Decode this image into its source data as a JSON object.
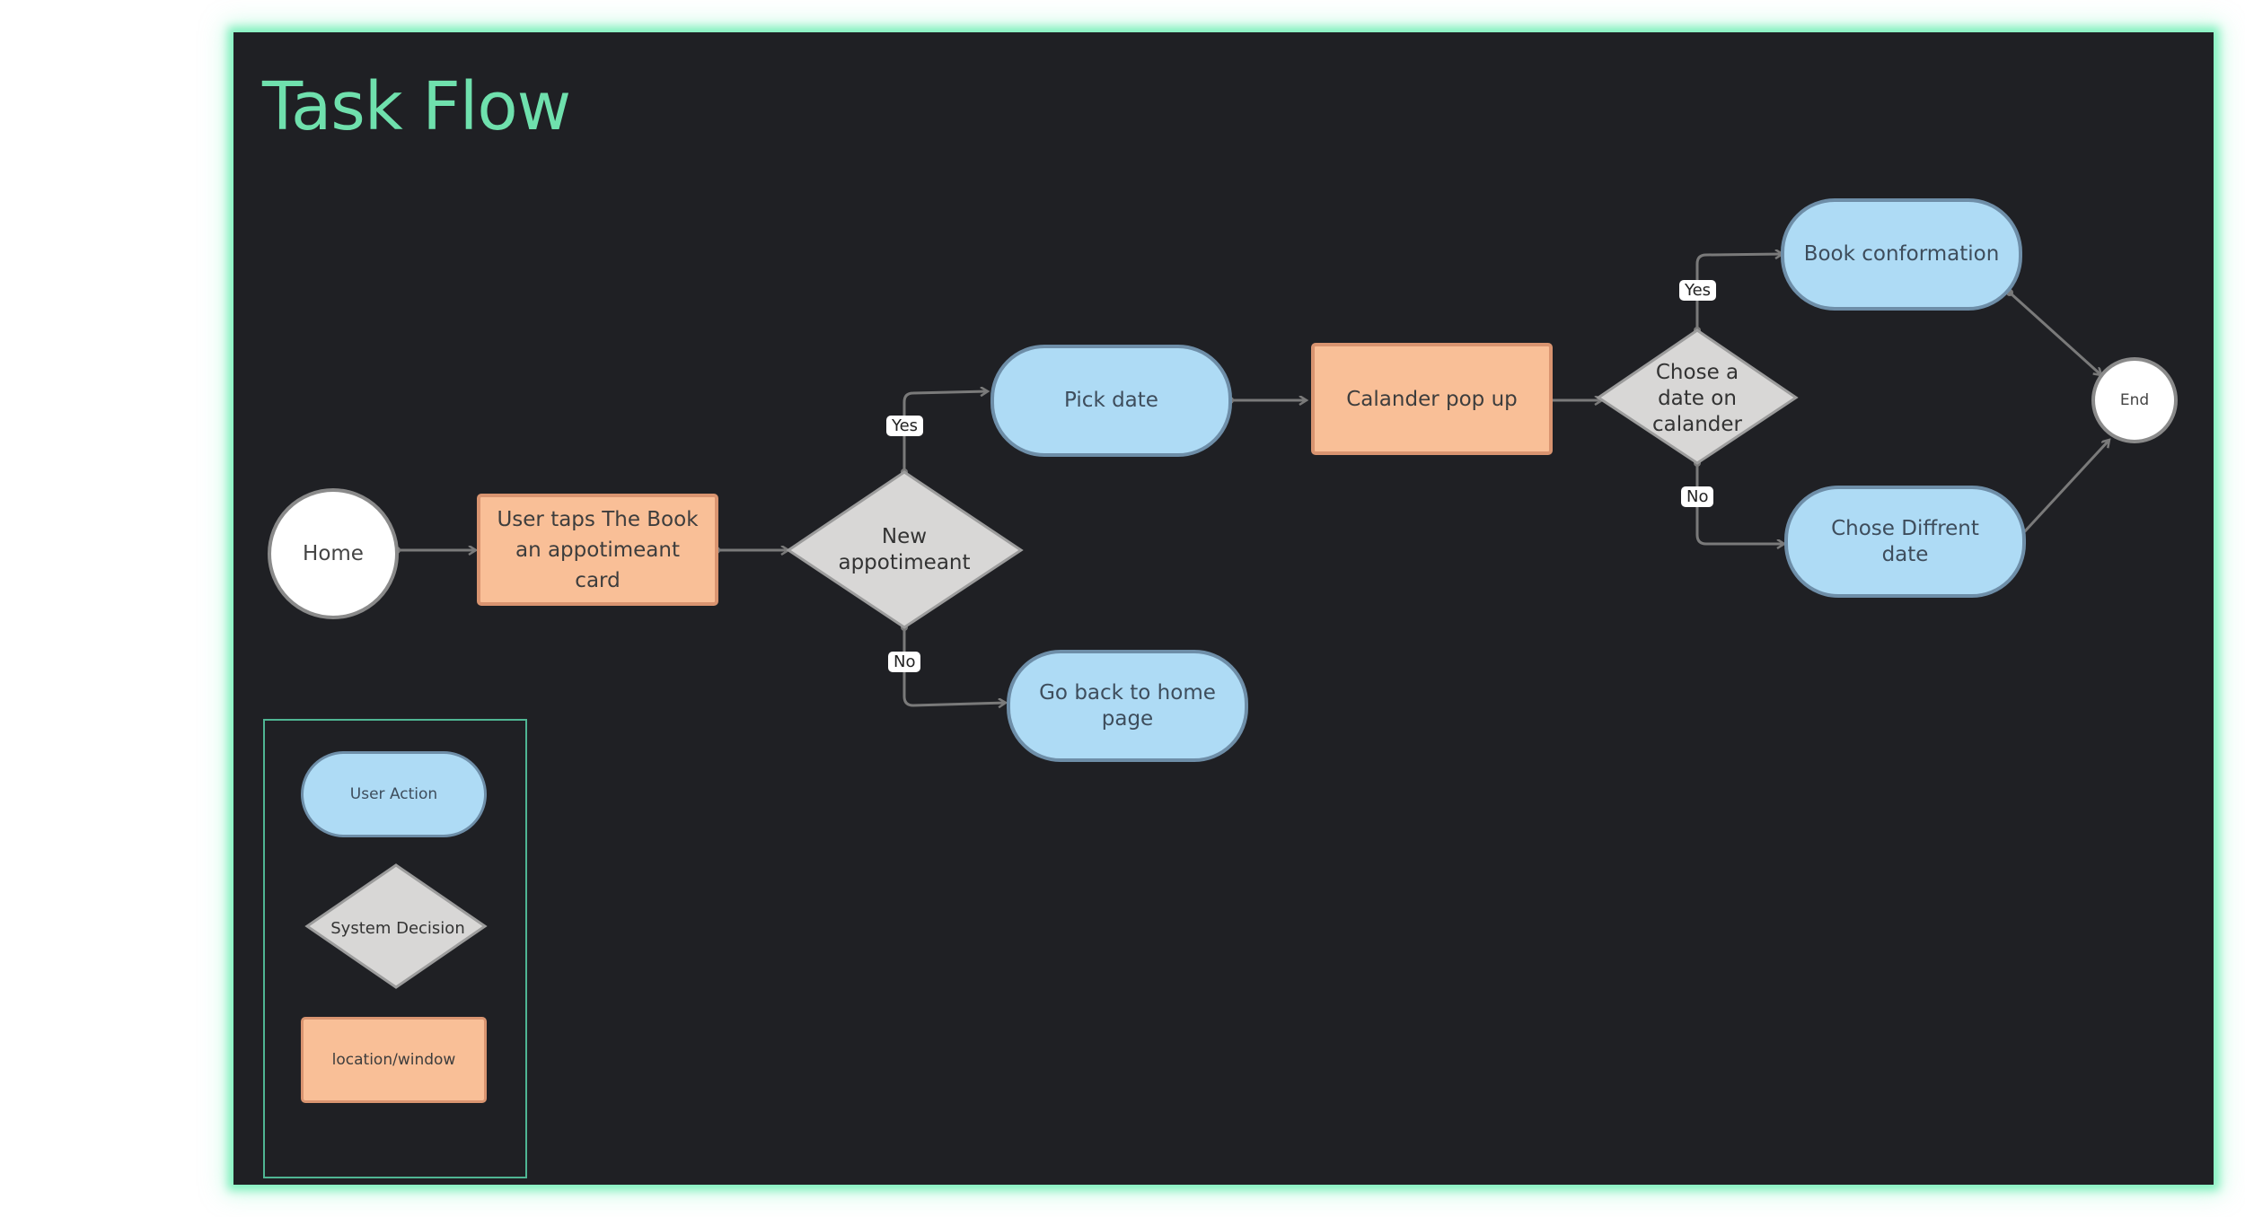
{
  "title": "Task Flow",
  "nodes": {
    "home": "Home",
    "user_taps": "User taps The Book an appotimeant card",
    "new_appt": "New appotimeant",
    "pick_date": "Pick date",
    "go_back": "Go back to home page",
    "calander": "Calander pop up",
    "chose_date": "Chose a date on calander",
    "book_conf": "Book conformation",
    "chose_diff": "Chose Diffrent date",
    "end": "End"
  },
  "labels": {
    "yes1": "Yes",
    "no1": "No",
    "yes2": "Yes",
    "no2": "No"
  },
  "legend": {
    "user_action": "User Action",
    "system_decision": "System Decision",
    "location_window": "location/window"
  },
  "colors": {
    "title": "#6fe0ad",
    "board_glow": "#7ef0bd",
    "user_action_fill": "#aedbf5",
    "location_fill": "#f9bf97",
    "decision_fill": "#d8d7d6",
    "connector": "#7a7a7a"
  }
}
